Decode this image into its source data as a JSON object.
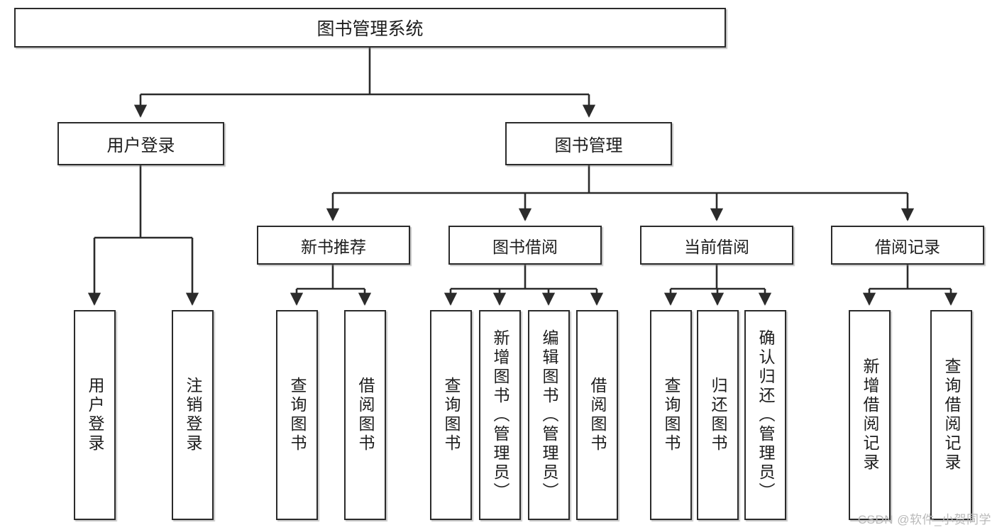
{
  "diagram": {
    "title": "图书管理系统",
    "watermark": "CSDN @软件_小贺同学",
    "colors": {
      "box_border": "#2b2b2b",
      "box_fill": "#ffffff",
      "connector": "#2b2b2b",
      "text": "#1d1d1d",
      "watermark": "#b9b9b9",
      "background": "#ffffff"
    },
    "root": {
      "label": "图书管理系统"
    },
    "level2": [
      {
        "label": "用户登录"
      },
      {
        "label": "图书管理"
      }
    ],
    "level3": [
      {
        "label": "新书推荐"
      },
      {
        "label": "图书借阅"
      },
      {
        "label": "当前借阅"
      },
      {
        "label": "借阅记录"
      }
    ],
    "leaves": {
      "user_login": [
        {
          "label": "用户登录"
        },
        {
          "label": "注销登录"
        }
      ],
      "new_book": [
        {
          "label": "查询图书"
        },
        {
          "label": "借阅图书"
        }
      ],
      "book_borrow": [
        {
          "label": "查询图书"
        },
        {
          "label": "新增图书（管理员）"
        },
        {
          "label": "编辑图书（管理员）"
        },
        {
          "label": "借阅图书"
        }
      ],
      "current_borrow": [
        {
          "label": "查询图书"
        },
        {
          "label": "归还图书"
        },
        {
          "label": "确认归还（管理员）"
        }
      ],
      "borrow_record": [
        {
          "label": "新增借阅记录"
        },
        {
          "label": "查询借阅记录"
        }
      ]
    }
  }
}
